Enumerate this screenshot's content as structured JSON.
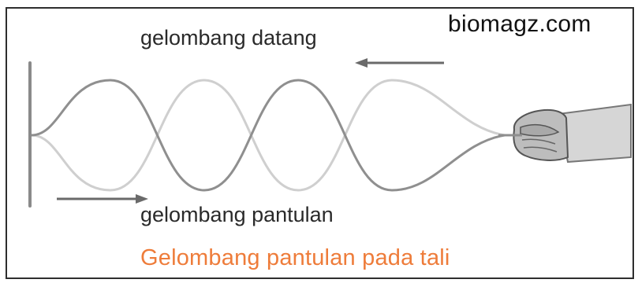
{
  "diagram": {
    "watermark": "biomagz.com",
    "incoming_label": "gelombang datang",
    "reflected_label": "gelombang pantulan",
    "caption": "Gelombang pantulan pada tali",
    "incoming_arrow_direction": "left",
    "reflected_arrow_direction": "right",
    "icons": [
      "hand-icon",
      "fixed-wall-icon"
    ],
    "colors": {
      "caption": "#ee7c3a",
      "incoming_wave": "#8f8f8f",
      "reflected_wave": "#cfcfcf",
      "wall": "#8a8a8a",
      "arrow": "#6a6a6a",
      "frame": "#2e2e2e"
    }
  }
}
